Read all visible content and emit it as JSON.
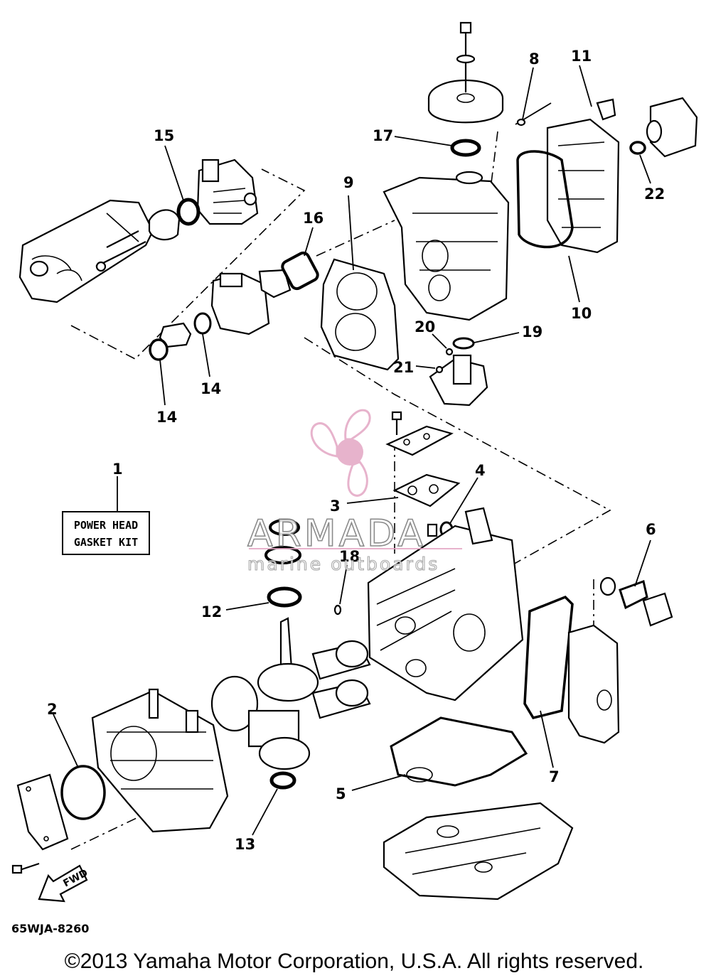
{
  "diagram": {
    "callouts": [
      "1",
      "2",
      "3",
      "4",
      "5",
      "6",
      "7",
      "8",
      "9",
      "10",
      "11",
      "12",
      "13",
      "14",
      "14",
      "15",
      "16",
      "17",
      "18",
      "19",
      "20",
      "21",
      "22"
    ],
    "kit_label": {
      "line1": "POWER HEAD",
      "line2": "GASKET KIT"
    },
    "forward_arrow_text": "FWD",
    "diagram_code": "65WJA-8260",
    "copyright": "©2013 Yamaha Motor Corporation, U.S.A. All rights reserved."
  },
  "watermark": {
    "brand": "ARMADA",
    "tagline": "marine outboards",
    "color": "#e3a6c4"
  }
}
